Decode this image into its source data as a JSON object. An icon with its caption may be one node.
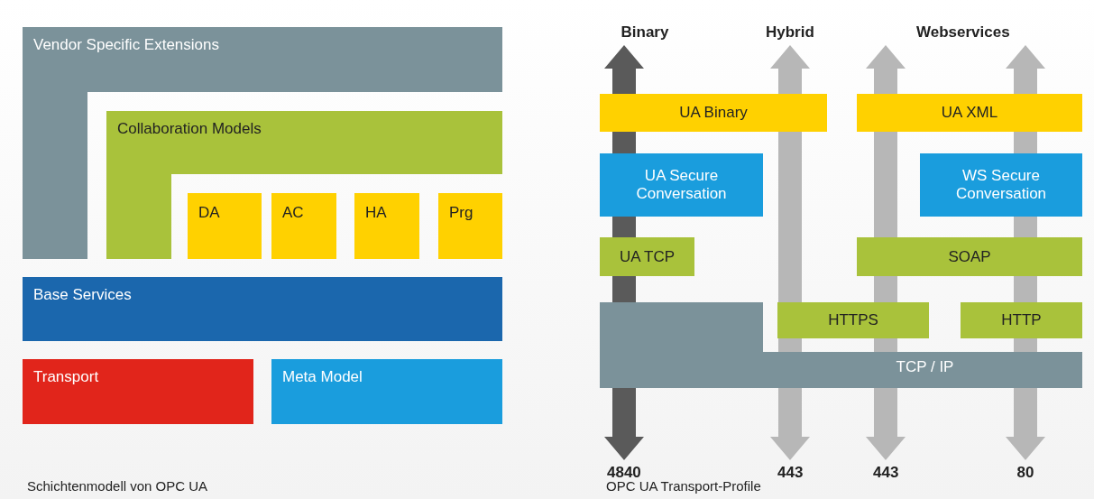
{
  "diagram": {
    "nodes": [
      {
        "text": [
          "Vendor Specific Extensions"
        ]
      },
      {
        "text": [
          "Collaboration Models"
        ]
      },
      {
        "text": [
          "DA"
        ]
      },
      {
        "text": [
          "AC"
        ]
      },
      {
        "text": [
          "HA"
        ]
      },
      {
        "text": [
          "Prg"
        ]
      },
      {
        "text": [
          "Base Services"
        ]
      },
      {
        "text": [
          "Transport"
        ]
      },
      {
        "text": [
          "Meta Model"
        ]
      },
      {
        "text": [
          "UA Binary"
        ]
      },
      {
        "text": [
          "UA XML"
        ]
      },
      {
        "text": [
          "UA Secure Conversation"
        ]
      },
      {
        "text": [
          "WS Secure Conversation"
        ]
      },
      {
        "text": [
          "UA TCP"
        ]
      },
      {
        "text": [
          "SOAP"
        ]
      },
      {
        "text": [
          "HTTPS"
        ]
      },
      {
        "text": [
          "HTTP"
        ]
      },
      {
        "text": [
          "TCP / IP"
        ]
      }
    ],
    "labels": [
      "Binary",
      "Hybrid",
      "Webservices",
      "4840",
      "443",
      "443",
      "80",
      "Schichtenmodell von OPC UA",
      "OPC UA Transport-Profile"
    ]
  }
}
